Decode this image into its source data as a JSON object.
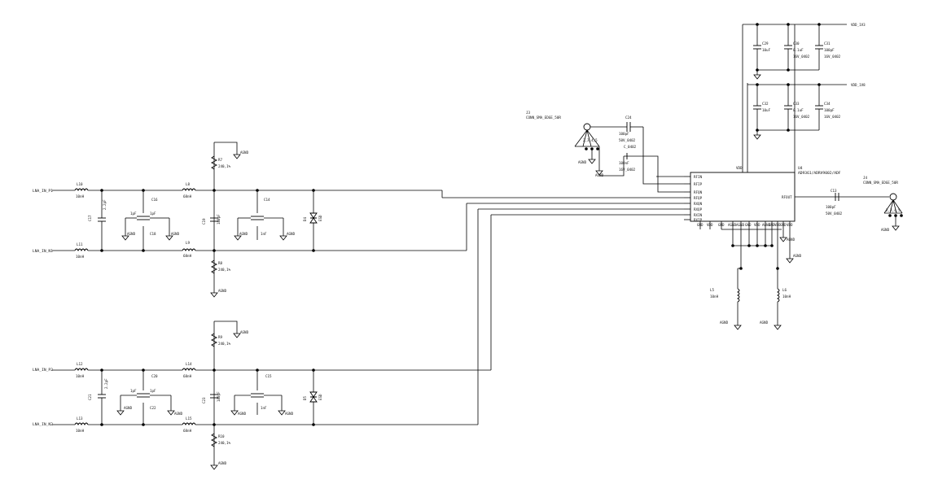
{
  "schematic": {
    "inputs": {
      "lna_1": "LNA_IN_P1",
      "lna_2": "LNA_IN_N1",
      "lna_3": "LNA_IN_P2",
      "lna_4": "LNA_IN_N2"
    },
    "filter1": {
      "l_top": "L10",
      "l_top_val": "10nH",
      "l_bot": "L11",
      "l_bot_val": "10nH",
      "cap_left": "C17",
      "cap_left_val": "2.2pF",
      "cap_mid": "C16",
      "cap_mid_val": "1pF",
      "cap_mid2": "C18",
      "cap_mid2_val": "1pF",
      "l_out_top": "L8",
      "l_out_top_val": "68nH",
      "l_out_bot": "L9",
      "l_out_bot_val": "68nH",
      "trans": "C19",
      "trans_val": "180pF",
      "r_top": "R7",
      "r_top_val": "240,1%",
      "r_bot": "R8",
      "r_bot_val": "240,1%",
      "cap_out": "C14",
      "cap_out_val": "1nF",
      "diode": "D4",
      "diode_val": "ESD"
    },
    "filter2": {
      "l_top": "L12",
      "l_top_val": "10nH",
      "l_bot": "L13",
      "l_bot_val": "10nH",
      "cap_left": "C21",
      "cap_left_val": "2.2pF",
      "cap_mid": "C20",
      "cap_mid_val": "1pF",
      "cap_mid2": "C22",
      "cap_mid2_val": "1pF",
      "l_out_top": "L14",
      "l_out_top_val": "68nH",
      "l_out_bot": "L15",
      "l_out_bot_val": "68nH",
      "trans": "C23",
      "trans_val": "180pF",
      "r_top": "R9",
      "r_top_val": "240,1%",
      "r_bot": "R10",
      "r_bot_val": "240,1%",
      "cap_out": "C15",
      "cap_out_val": "1nF",
      "diode": "D5",
      "diode_val": "ESD"
    },
    "ic": {
      "ref": "U4",
      "part": "AD9361/ADRV9002/ADF",
      "pins_left": [
        "RFIN",
        "RFIP",
        "RFQN",
        "RFQP",
        "RXQN",
        "RXQP",
        "RXIN",
        "RXIP"
      ],
      "pins_bottom": [
        "GND",
        "VDD",
        "GND",
        "AGND",
        "AGND",
        "GND",
        "VDD",
        "AGND",
        "GND",
        "VDD",
        "GND",
        "VDD"
      ],
      "pin_out": "RFOUT",
      "pin_top": "VDD"
    },
    "connector_in": {
      "ref": "J3",
      "part": "CONN_SMA_EDGE_50R",
      "pins": "2,3,4,5"
    },
    "connector_out": {
      "ref": "J4",
      "part": "CONN_SMA_EDGE_50R",
      "pins": "2,3,4,5"
    },
    "coupling_cap_in": {
      "ref": "C24",
      "val": "100pF",
      "spec": "50V_0402",
      "label": "C_0402"
    },
    "coupling_cap_out": {
      "ref": "C13",
      "val": "100pF",
      "spec": "50V_0402"
    },
    "bypass_cap": {
      "val": "100nF",
      "spec": "16V_0402"
    },
    "supply": {
      "rail1": "VDD_1V3",
      "rail2": "VDD_1V8",
      "caps_row1": [
        {
          "ref": "C29",
          "val": "10uF"
        },
        {
          "ref": "C30",
          "val": "0.1uF"
        },
        {
          "ref": "C31",
          "val": "100pF"
        }
      ],
      "caps_row2": [
        {
          "ref": "C32",
          "val": "10uF"
        },
        {
          "ref": "C33",
          "val": "0.1uF"
        },
        {
          "ref": "C34",
          "val": "100pF"
        }
      ],
      "cap_spec": "16V_0402"
    },
    "inductors": [
      {
        "ref": "L5",
        "val": "10nH"
      },
      {
        "ref": "L6",
        "val": "10nH"
      }
    ],
    "ground_label": "AGND"
  }
}
